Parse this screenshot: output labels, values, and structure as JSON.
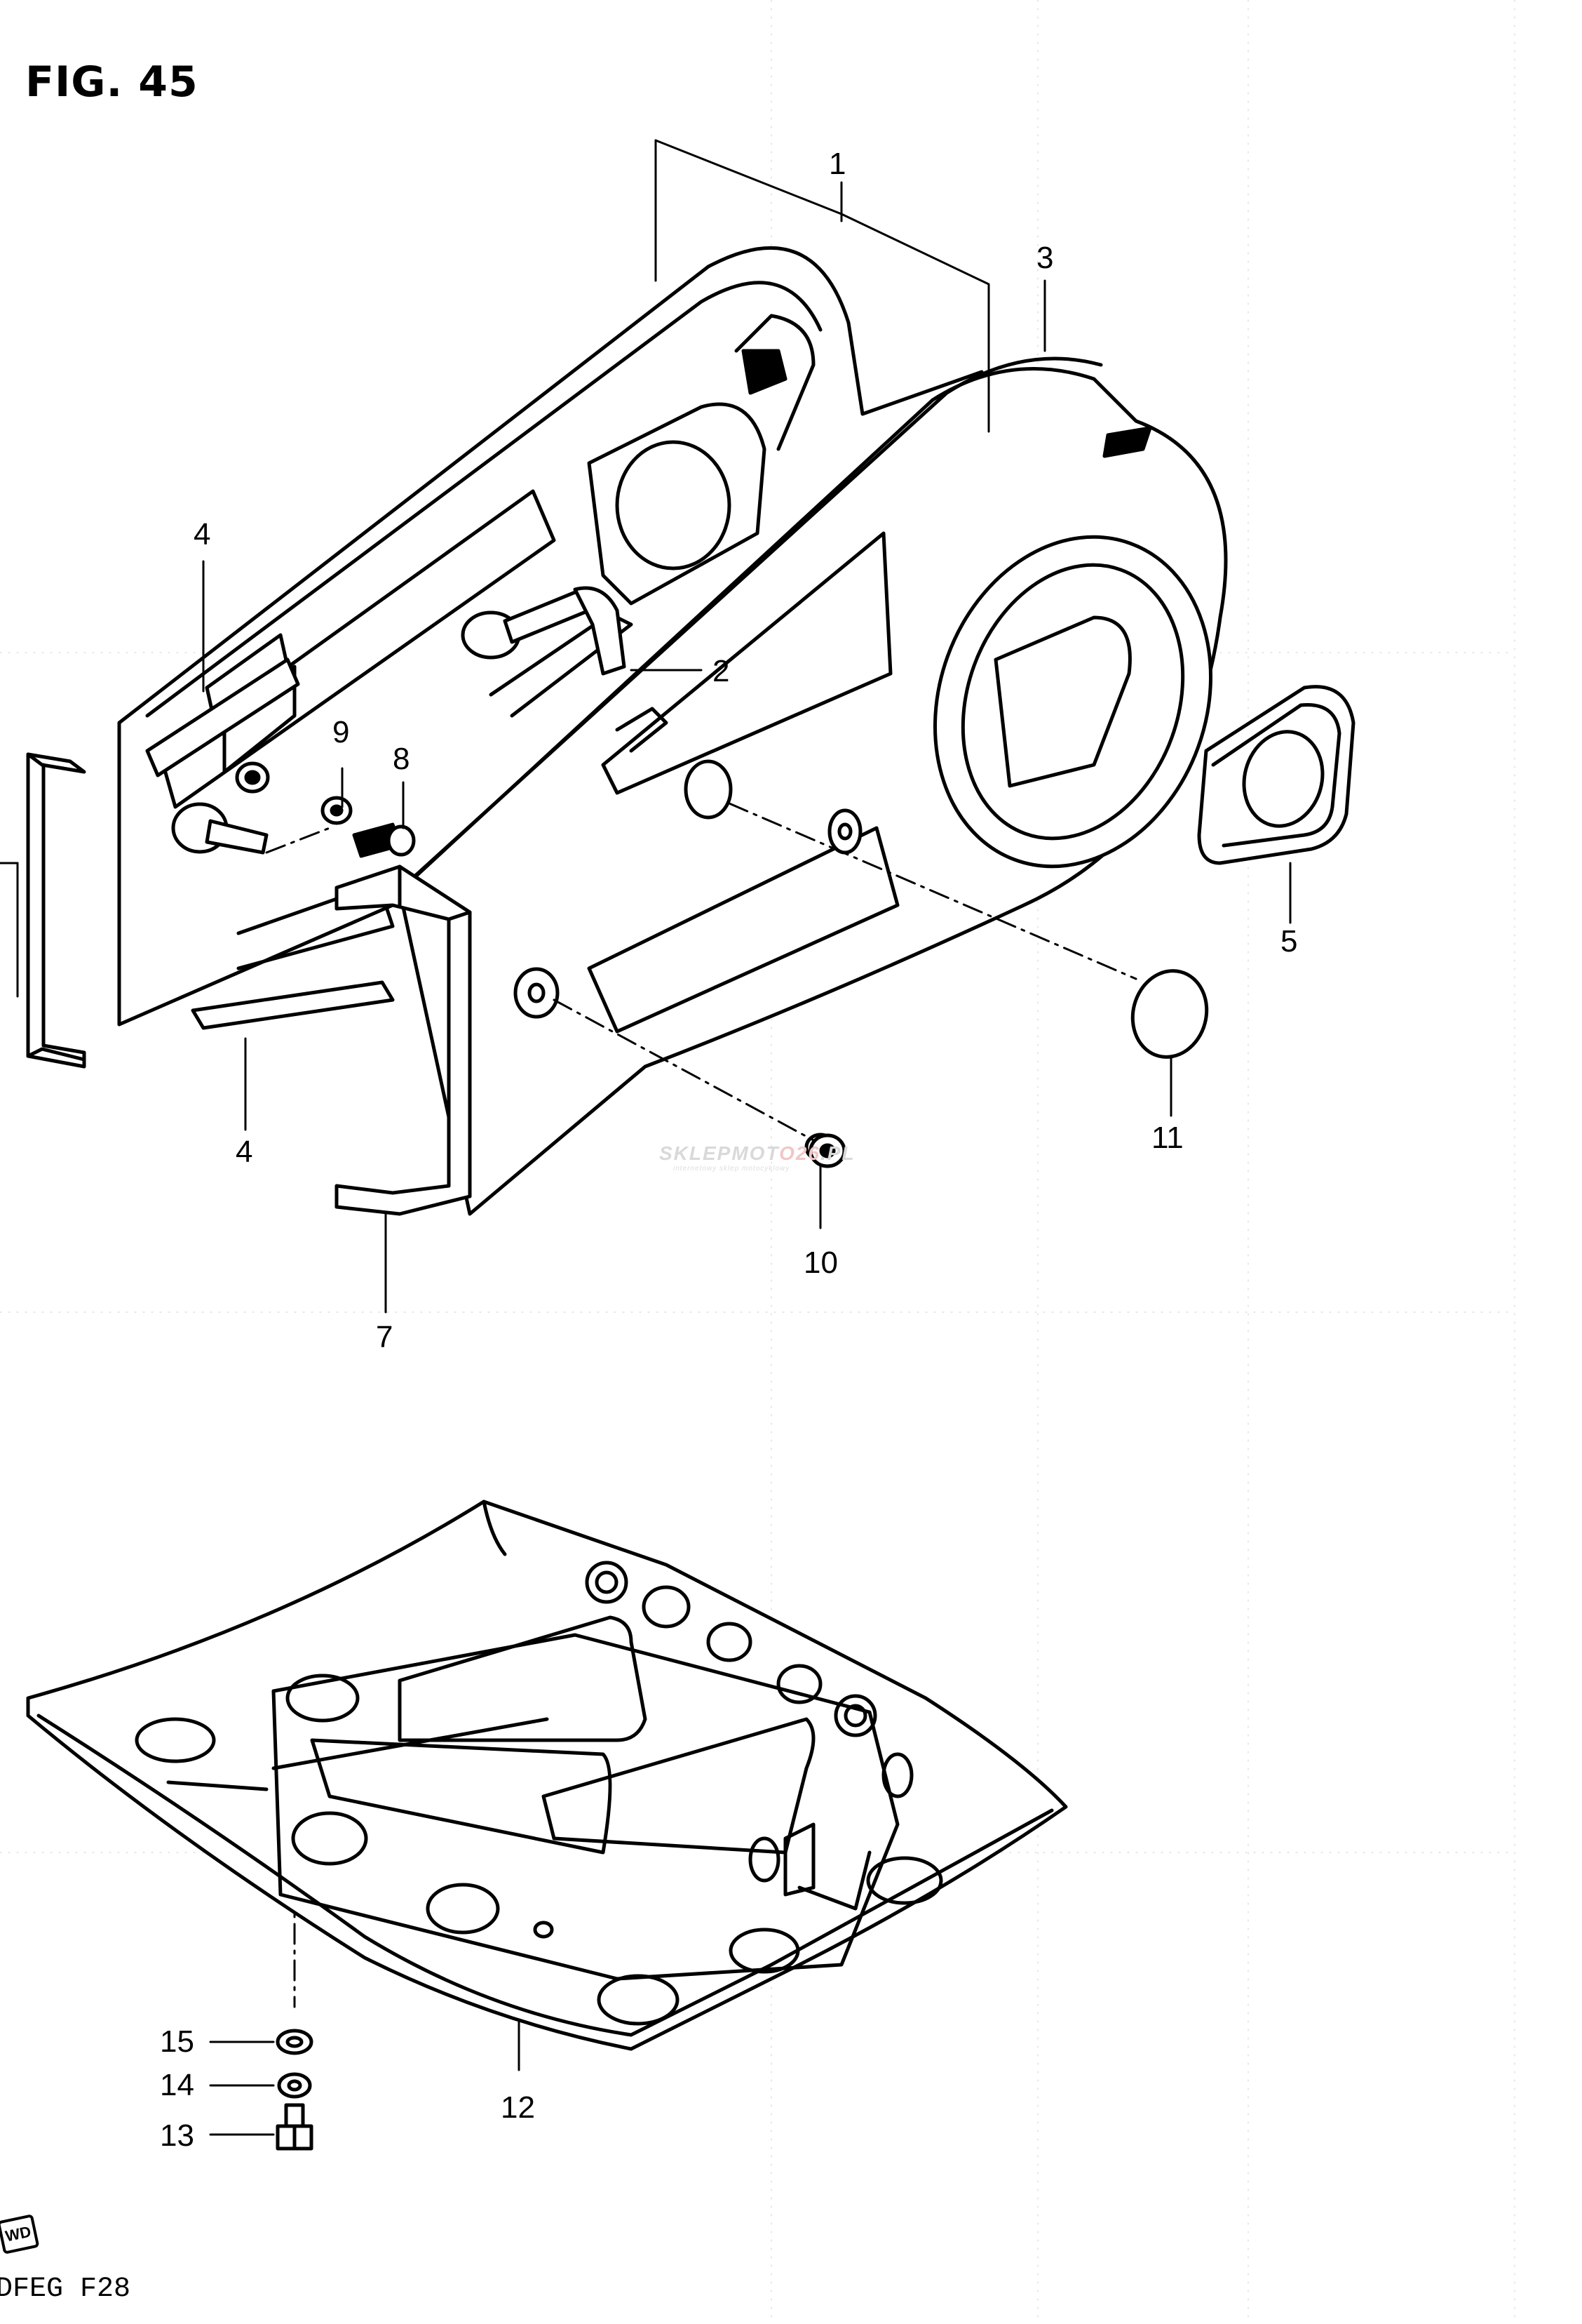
{
  "figure": {
    "title": "FIG. 45",
    "code": "DFEG F28",
    "stamp": "WD"
  },
  "watermark": {
    "left": "SKLEPMOT",
    "mid": "O26",
    "right": ".PL",
    "sub": "internetowy sklep motocyklowy"
  },
  "callouts": {
    "c1": "1",
    "c2": "2",
    "c3": "3",
    "c4_top": "4",
    "c4_bottom": "4",
    "c5": "5",
    "c7": "7",
    "c8": "8",
    "c9": "9",
    "c10": "10",
    "c11": "11",
    "c12": "12",
    "c13": "13",
    "c14": "14",
    "c15": "15"
  }
}
